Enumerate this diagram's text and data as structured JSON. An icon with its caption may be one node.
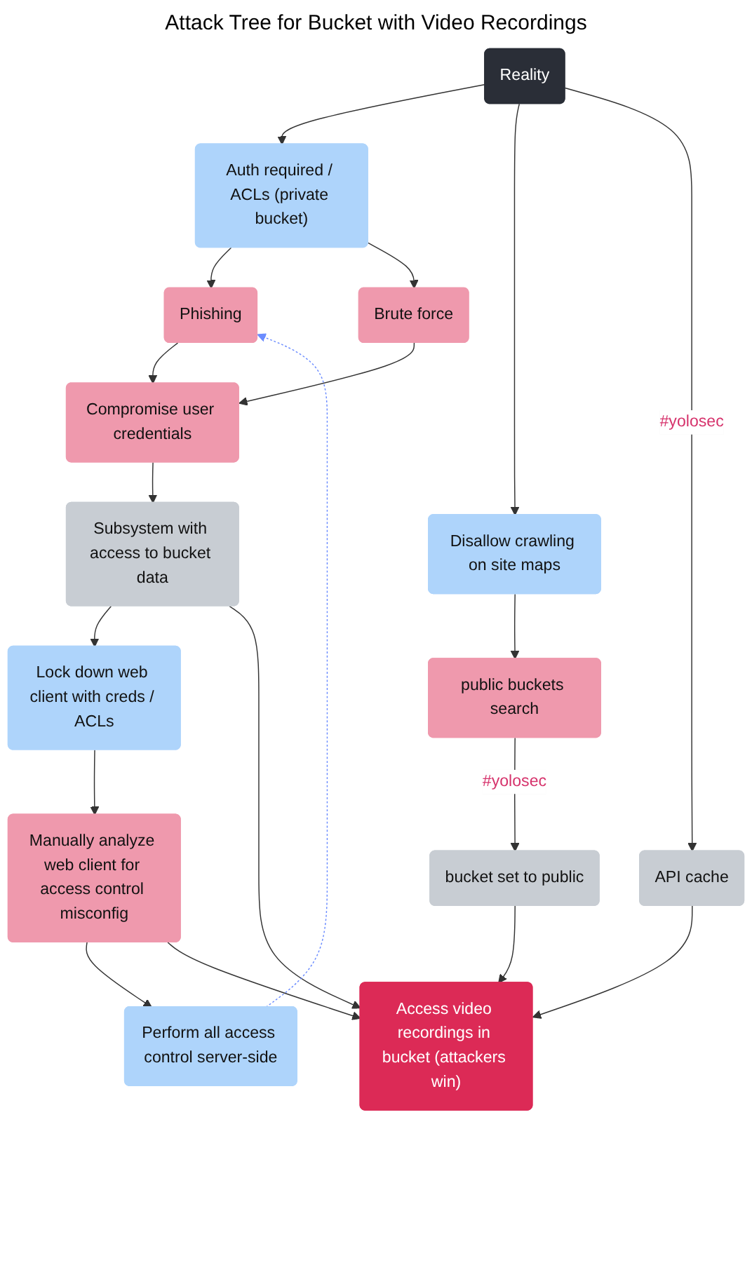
{
  "diagram": {
    "title": "Attack Tree for Bucket with Video Recordings",
    "nodes": [
      {
        "text": [
          "Reality"
        ]
      },
      {
        "text": [
          "Auth required / ACLs (private bucket)"
        ]
      },
      {
        "text": [
          "Disallow crawling on site maps"
        ]
      },
      {
        "text": [
          "Phishing"
        ]
      },
      {
        "text": [
          "Brute force"
        ]
      },
      {
        "text": [
          "public buckets search"
        ]
      },
      {
        "text": [
          "Compromise user credentials"
        ]
      },
      {
        "text": [
          "Subsystem with access to bucket data"
        ]
      },
      {
        "text": [
          "API cache"
        ]
      },
      {
        "text": [
          "bucket set to public"
        ]
      },
      {
        "text": [
          "Lock down web client with creds / ACLs"
        ]
      },
      {
        "text": [
          "Manually analyze web client for access control misconfig"
        ]
      },
      {
        "text": [
          "Perform all access control server-side"
        ]
      },
      {
        "text": [
          "Access video recordings in bucket (attackers win)"
        ]
      }
    ],
    "edges": [
      {
        "from": 0,
        "to": 1,
        "arrow": "to"
      },
      {
        "from": 0,
        "to": 2,
        "arrow": "to"
      },
      {
        "from": 0,
        "to": 8,
        "arrow": "to",
        "label": "#yolosec"
      },
      {
        "from": 1,
        "to": 3,
        "arrow": "to"
      },
      {
        "from": 1,
        "to": 4,
        "arrow": "to"
      },
      {
        "from": 2,
        "to": 5,
        "arrow": "to"
      },
      {
        "from": 3,
        "to": 6,
        "arrow": "to"
      },
      {
        "from": 4,
        "to": 6,
        "arrow": "to"
      },
      {
        "from": 5,
        "to": 9,
        "arrow": "to",
        "label": "#yolosec"
      },
      {
        "from": 6,
        "to": 7,
        "arrow": "to"
      },
      {
        "from": 7,
        "to": 10,
        "arrow": "to"
      },
      {
        "from": 7,
        "to": 13,
        "arrow": "to"
      },
      {
        "from": 8,
        "to": 13,
        "arrow": "to"
      },
      {
        "from": 9,
        "to": 13,
        "arrow": "to"
      },
      {
        "from": 10,
        "to": 11,
        "arrow": "to"
      },
      {
        "from": 11,
        "to": 12,
        "arrow": "to"
      },
      {
        "from": 11,
        "to": 13,
        "arrow": "to"
      },
      {
        "from": 12,
        "to": 3,
        "arrow": "to",
        "style": "dashed",
        "color": "#6b8cff"
      }
    ]
  }
}
